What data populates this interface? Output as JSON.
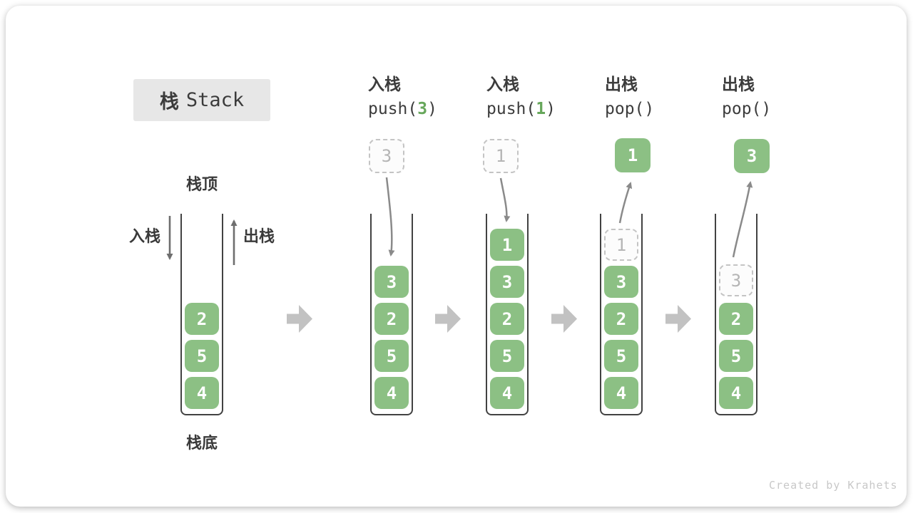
{
  "title": {
    "zh": "栈",
    "en": "Stack"
  },
  "side_labels": {
    "stack_top": "栈顶",
    "stack_bottom": "栈底",
    "push_side": "入栈",
    "pop_side": "出栈"
  },
  "operations": [
    {
      "name": "入栈",
      "code_pre": "push(",
      "code_arg": "3",
      "code_post": ")"
    },
    {
      "name": "入栈",
      "code_pre": "push(",
      "code_arg": "1",
      "code_post": ")"
    },
    {
      "name": "出栈",
      "code_pre": "pop(",
      "code_arg": "",
      "code_post": ")"
    },
    {
      "name": "出栈",
      "code_pre": "pop(",
      "code_arg": "",
      "code_post": ")"
    }
  ],
  "stacks": [
    {
      "blocks": [
        "2",
        "5",
        "4"
      ]
    },
    {
      "incoming": "3",
      "blocks": [
        "3",
        "2",
        "5",
        "4"
      ]
    },
    {
      "incoming": "1",
      "blocks": [
        "1",
        "3",
        "2",
        "5",
        "4"
      ]
    },
    {
      "popped": "1",
      "ghost": "1",
      "blocks": [
        "3",
        "2",
        "5",
        "4"
      ]
    },
    {
      "popped": "3",
      "ghost": "3",
      "blocks": [
        "2",
        "5",
        "4"
      ]
    }
  ],
  "watermark": "Created by Krahets",
  "colors": {
    "block_green": "#8cc084",
    "arg_green": "#67a75b",
    "curve_arrow_gray": "#8a8a8a",
    "straight_arrow_gray": "#6e6e6e",
    "flow_arrow_gray": "#c2c2c2",
    "title_box_bg": "#e7e7e7"
  }
}
